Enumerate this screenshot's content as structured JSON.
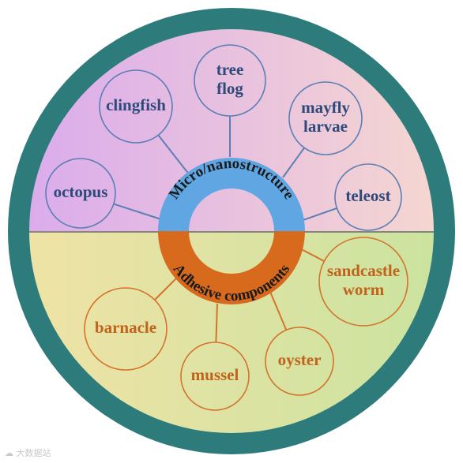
{
  "colors": {
    "outer_ring": "#2e7b7b",
    "top_gradient_left": "#d9a9ee",
    "top_gradient_right": "#f7d9cf",
    "bottom_gradient_left": "#f1e3a6",
    "bottom_gradient_right": "#c9e39f",
    "top_stroke": "#5b7fb5",
    "top_text": "#2d4a7a",
    "bottom_stroke": "#d4732b",
    "bottom_text": "#c0641c",
    "top_ring": "#5fa6e3",
    "bottom_ring": "#d86a1e"
  },
  "center": {
    "top_label": "Micro/nanostructure",
    "bottom_label": "Adhesive components"
  },
  "top_group": [
    {
      "lines": [
        "octopus"
      ]
    },
    {
      "lines": [
        "clingfish"
      ]
    },
    {
      "lines": [
        "tree",
        "flog"
      ]
    },
    {
      "lines": [
        "mayfly",
        "larvae"
      ]
    },
    {
      "lines": [
        "teleost"
      ]
    }
  ],
  "bottom_group": [
    {
      "lines": [
        "barnacle"
      ]
    },
    {
      "lines": [
        "mussel"
      ]
    },
    {
      "lines": [
        "oyster"
      ]
    },
    {
      "lines": [
        "sandcastle",
        "worm"
      ]
    }
  ],
  "watermark": {
    "icon": "cloud-logo-icon",
    "text": "大数据站"
  }
}
